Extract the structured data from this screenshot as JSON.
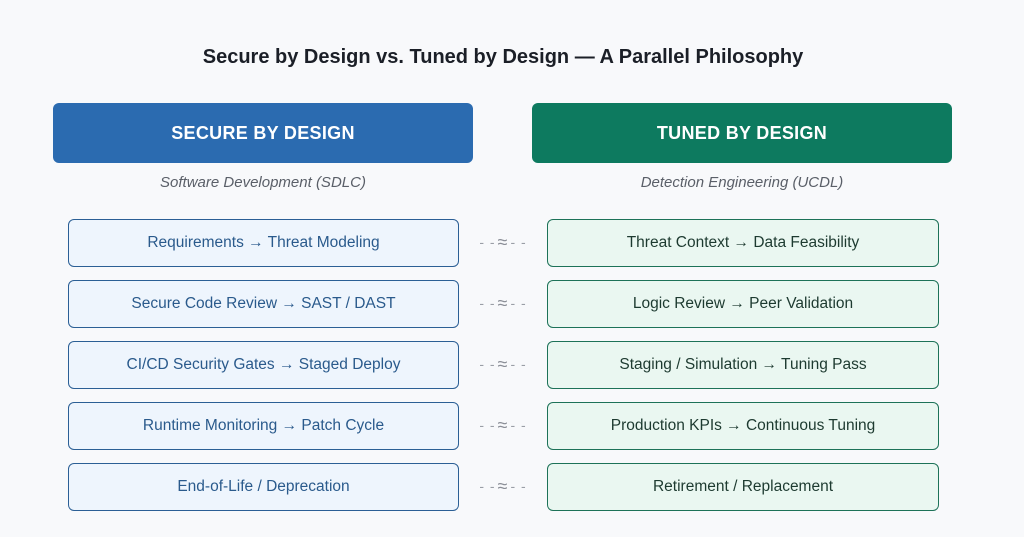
{
  "title": "Secure by Design vs. Tuned by Design — A Parallel Philosophy",
  "left": {
    "header": "SECURE BY DESIGN",
    "subtitle": "Software Development (SDLC)",
    "color": "#2b6bb0",
    "items": [
      "Requirements → Threat Modeling",
      "Secure Code Review → SAST / DAST",
      "CI/CD Security Gates → Staged Deploy",
      "Runtime Monitoring → Patch Cycle",
      "End-of-Life / Deprecation"
    ]
  },
  "right": {
    "header": "TUNED BY DESIGN",
    "subtitle": "Detection Engineering (UCDL)",
    "color": "#0d7a5f",
    "items": [
      "Threat Context → Data Feasibility",
      "Logic Review → Peer Validation",
      "Staging / Simulation → Tuning Pass",
      "Production KPIs → Continuous Tuning",
      "Retirement / Replacement"
    ]
  },
  "connector": {
    "dash_left": "- -",
    "symbol": "≈",
    "dash_right": "- -"
  }
}
